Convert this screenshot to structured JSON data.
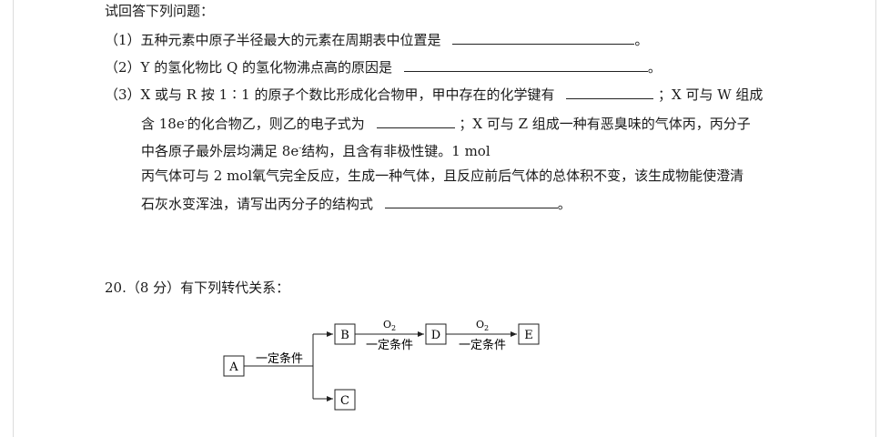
{
  "intro": "试回答下列问题：",
  "q1": {
    "text": "（1）五种元素中原子半径最大的元素在周期表中位置是",
    "end": "。"
  },
  "q2": {
    "text": "（2）Y 的氢化物比 Q 的氢化物沸点高的原因是",
    "end": "。"
  },
  "q3": {
    "line1": "（3）X 或与 R 按 1∶1 的原子个数比形成化合物甲，甲中存在的化学键有",
    "line1_end": "；X 可与 W 组成",
    "line2_pre": "含 18e",
    "line2_sup": "-",
    "line2_mid": "的化合物乙，则乙的电子式为",
    "line2_end": "；X 可与 Z 组成一种有恶臭味的气体丙，丙分子",
    "line3_pre": "中各原子最外层均满足 8e",
    "line3_sup": "-",
    "line3_end": "结构，且含有非极性键。1 mol",
    "line4": "丙气体可与 2 mol氧气完全反应，生成一种气体，且反应前后气体的总体积不变，该生成物能使澄清",
    "line5": "石灰水变浑浊，请写出丙分子的结构式",
    "line5_end": "。"
  },
  "q20": {
    "title": "20.（8 分）有下列转代关系："
  },
  "diagram": {
    "boxes": {
      "A": "A",
      "B": "B",
      "C": "C",
      "D": "D",
      "E": "E"
    },
    "cond_main": "一定条件",
    "cond_bd": "一定条件",
    "cond_de": "一定条件",
    "o2_bd": "O",
    "o2_bd_sub": "2",
    "o2_de": "O",
    "o2_de_sub": "2"
  }
}
